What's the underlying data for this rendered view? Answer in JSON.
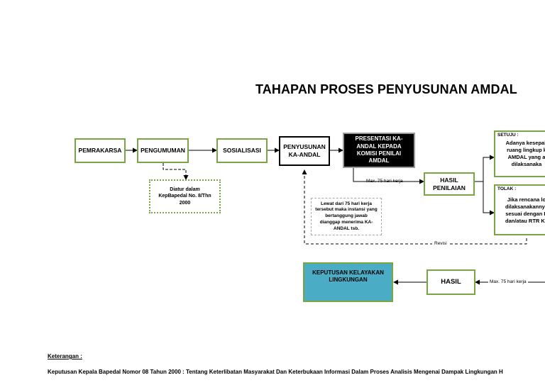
{
  "title": "TAHAPAN PROSES PENYUSUNAN AMDAL",
  "nodes": {
    "pemrakarsa": "PEMRAKARSA",
    "pengumuman": "PENGUMUMAN",
    "sosialisasi": "SOSIALISASI",
    "penyusunan": "PENYUSUNAN KA-ANDAL",
    "presentasi": "PRESENTASI KA-ANDAL KEPADA KOMISI PENILAI AMDAL",
    "hasil_penilaian": "HASIL PENILAIAN",
    "hasil": "HASIL",
    "keputusan": "KEPUTUSAN KELAYAKAN LINGKUNGAN"
  },
  "notes": {
    "diatur": "Diatur dalam KepBapedal No. 8/Thn 2000",
    "lewat": "Lewat dari 75 hari kerja tersebut maka instansi yang bertanggung jawab dianggap menerima KA-ANDAL tsb."
  },
  "setuju": {
    "header": "SETUJU :",
    "lines": [
      "Adanya kesepak",
      "ruang lingkup k",
      "AMDAL yang a",
      "dilaksanaka"
    ]
  },
  "tolak": {
    "header": "TOLAK :",
    "lines": [
      "Jika rencana lo",
      "dilaksanakannya",
      "sesuai dengan R",
      "dan/atau RTR Ka"
    ]
  },
  "labels": {
    "max75_1": "Max. 75 hari kerja",
    "revisi": "Revisi",
    "max75_2": "Max. 75 hari kerja"
  },
  "keterangan": {
    "heading": "Keterangan :",
    "text": "Keputusan Kepala Bapedal Nomor 08 Tahun 2000 : Tentang Keterlibatan Masyarakat Dan  Keterbukaan Informasi Dalam Proses Analisis Mengenai Dampak Lingkungan H"
  },
  "colors": {
    "green": "#7aa545",
    "teal": "#4bacc6",
    "black": "#000000"
  }
}
